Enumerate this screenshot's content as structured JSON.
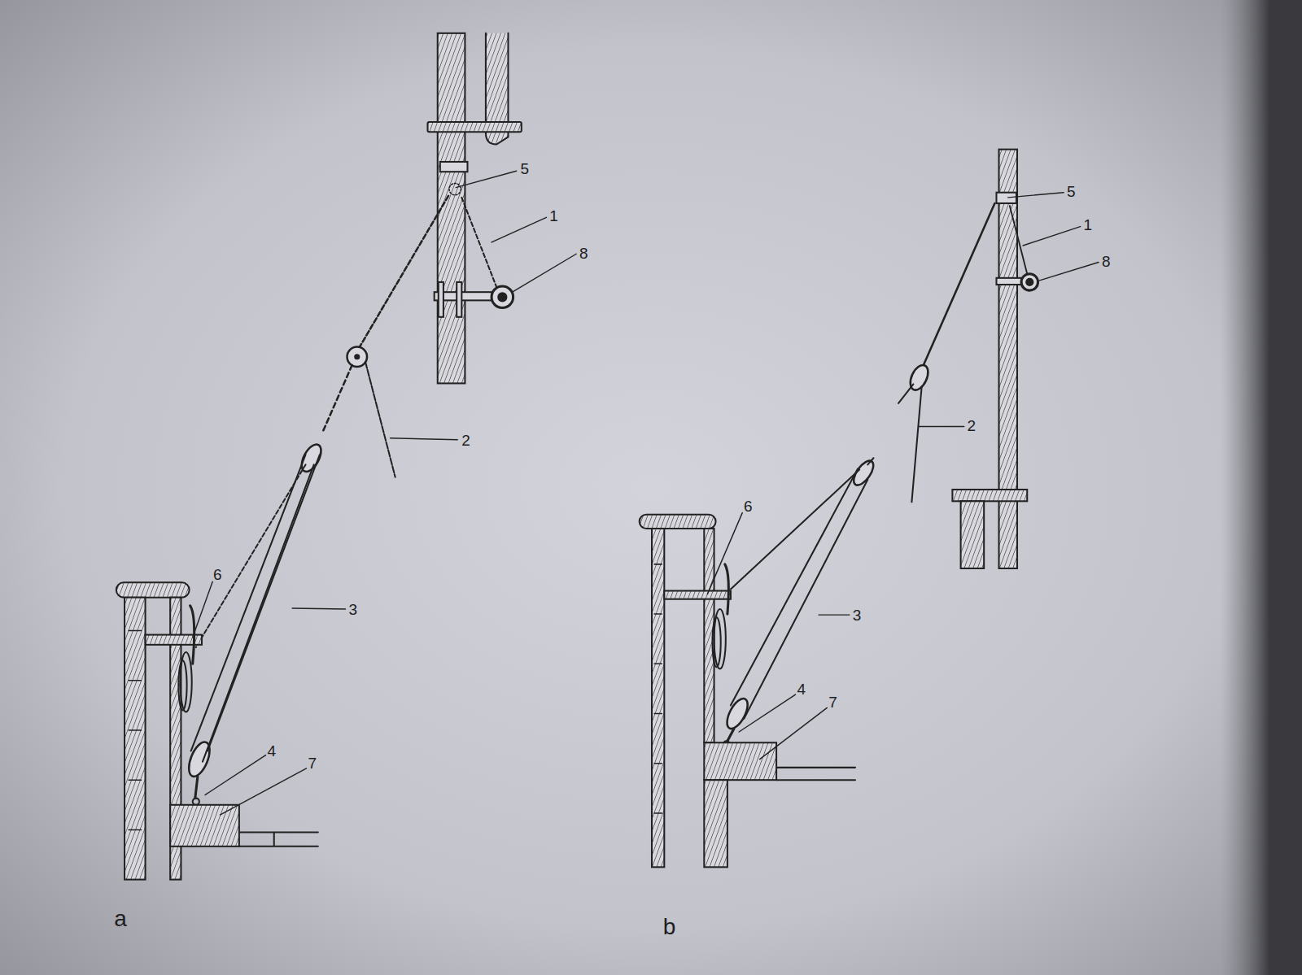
{
  "diagram": {
    "labels": [
      "5",
      "1",
      "8",
      "2",
      "3",
      "6",
      "4",
      "7",
      "a",
      "5",
      "1",
      "8",
      "2",
      "3",
      "6",
      "4",
      "7",
      "b"
    ]
  }
}
